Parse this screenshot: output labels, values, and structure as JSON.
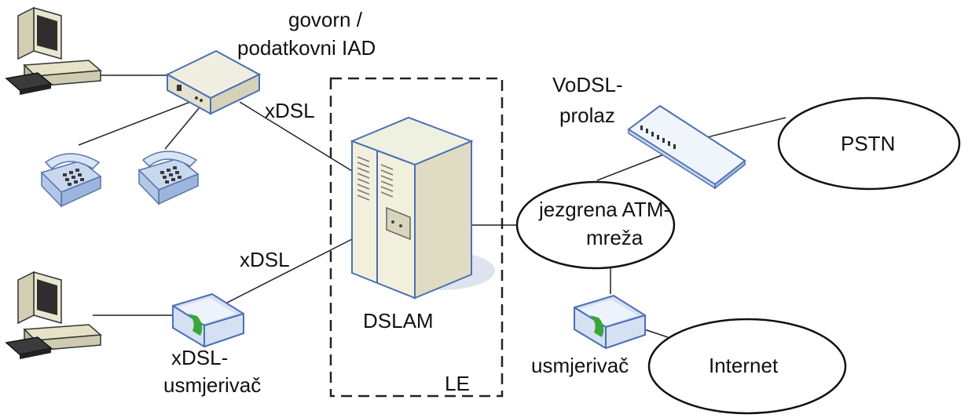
{
  "labels": {
    "iad_line1": "govorn /",
    "iad_line2": "podatkovni IAD",
    "xdsl_top": "xDSL",
    "xdsl_bottom": "xDSL",
    "dslam": "DSLAM",
    "le": "LE",
    "router_line1": "xDSL-",
    "router_line2": "usmjerivač",
    "vodsl_line1": "VoDSL-",
    "vodsl_line2": "prolaz",
    "atm_line1": "jezgrena ATM-",
    "atm_line2": "mreža",
    "pstn": "PSTN",
    "internet": "Internet",
    "usmjerivac": "usmjerivač"
  },
  "icons": {
    "computer": "computer-icon",
    "telephone": "telephone-icon",
    "iad": "iad-device-icon",
    "router": "router-icon",
    "server": "dslam-server-icon",
    "gateway": "vodsl-gateway-icon"
  },
  "colors": {
    "device_outline": "#4a6fb5",
    "device_fill": "#f2f0dc",
    "screen": "#3a3a3a",
    "router_stripe": "#3aa63a",
    "line": "#222222"
  }
}
